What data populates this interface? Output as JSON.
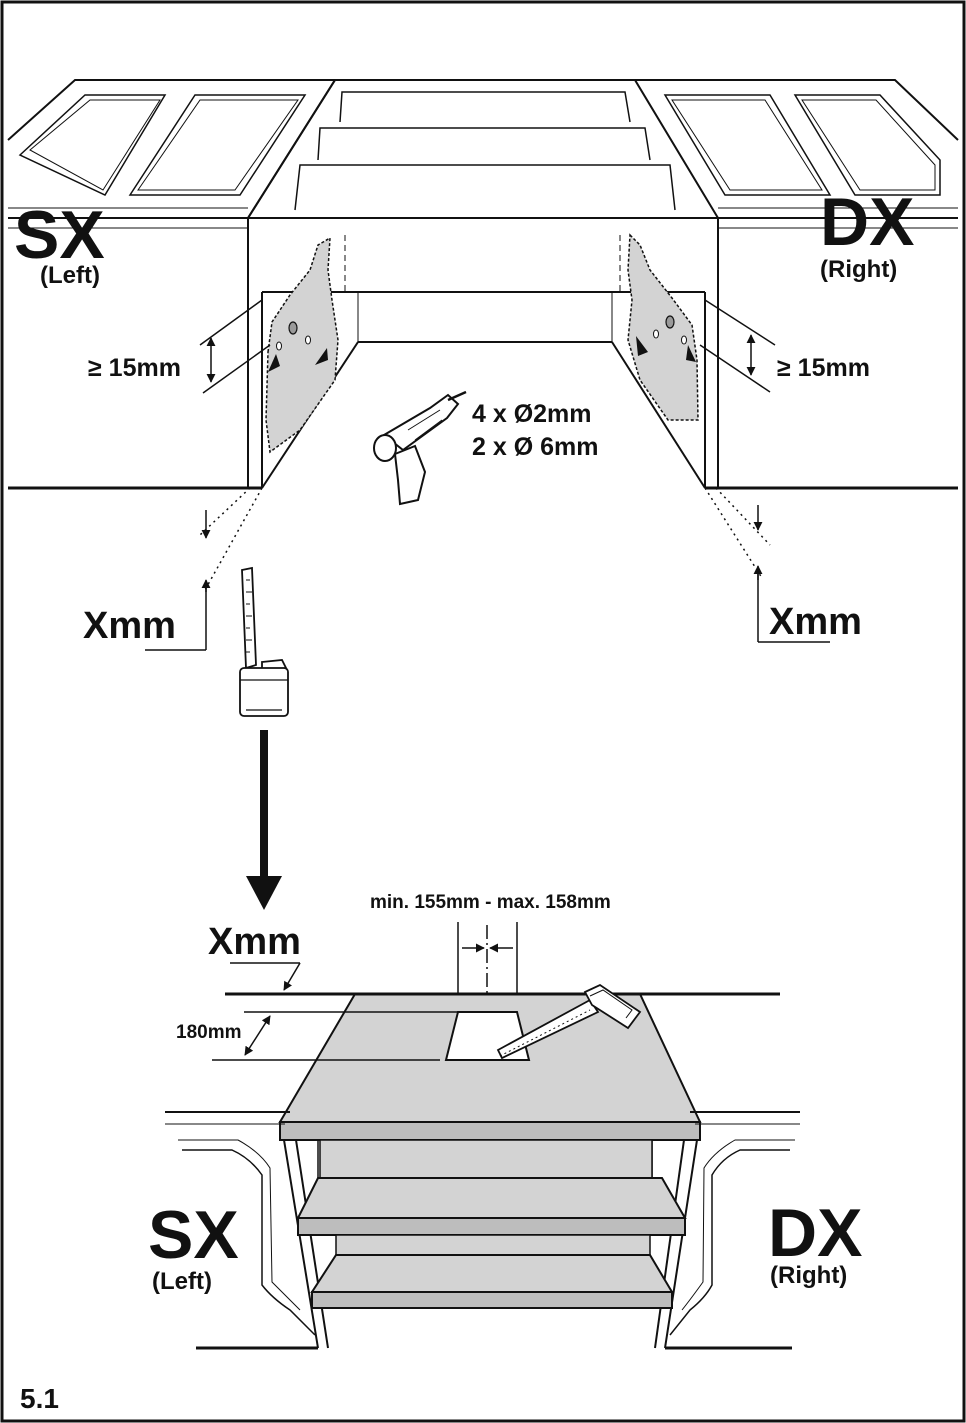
{
  "top": {
    "left_code": "SX",
    "left_name": "(Left)",
    "right_code": "DX",
    "right_name": "(Right)",
    "clearance_left": "≥ 15mm",
    "clearance_right": "≥ 15mm",
    "drill_line1": "4 x Ø2mm",
    "drill_line2": "2 x Ø 6mm",
    "measure_left": "Xmm",
    "measure_right": "Xmm"
  },
  "bottom": {
    "measure": "Xmm",
    "cutout_width": "min. 155mm - max. 158mm",
    "cutout_depth": "180mm",
    "left_code": "SX",
    "left_name": "(Left)",
    "right_code": "DX",
    "right_name": "(Right)"
  },
  "figure_number": "5.1",
  "colors": {
    "ink": "#111111",
    "panel": "#d3d3d3",
    "panel_dark": "#bdbdbd",
    "background": "#ffffff"
  }
}
